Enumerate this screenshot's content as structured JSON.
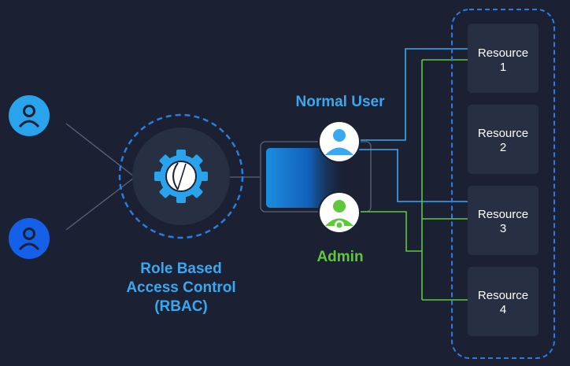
{
  "rbac": {
    "line1": "Role Based",
    "line2": "Access Control",
    "line3": "(RBAC)"
  },
  "roles": {
    "normal_user": "Normal User",
    "admin": "Admin"
  },
  "resources": [
    {
      "line1": "Resource",
      "line2": "1"
    },
    {
      "line1": "Resource",
      "line2": "2"
    },
    {
      "line1": "Resource",
      "line2": "3"
    },
    {
      "line1": "Resource",
      "line2": "4"
    }
  ],
  "colors": {
    "background": "#1b2133",
    "user_light_blue": "#29a3ec",
    "user_dark_blue": "#1460e8",
    "normal_user_blue": "#38a8f0",
    "admin_green": "#5cc83a",
    "dashed_blue": "#2a7de0",
    "panel": "#272f43",
    "connector": "#5a6378"
  },
  "icons": {
    "user": "user-icon",
    "gear": "gear-icon",
    "admin": "admin-gear-user-icon"
  }
}
